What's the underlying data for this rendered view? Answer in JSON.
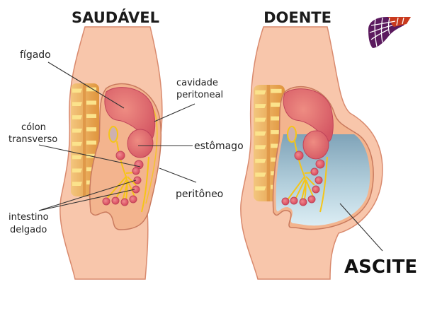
{
  "panels": [
    {
      "title": "SAUDÁVEL",
      "labels": {
        "liver": "fígado",
        "peritoneal_cavity_1": "cavidade",
        "peritoneal_cavity_2": "peritoneal",
        "transverse_colon_1": "cólon",
        "transverse_colon_2": "transverso",
        "stomach": "estômago",
        "peritoneum": "peritôneo",
        "small_intestine_1": "intestino",
        "small_intestine_2": "delgado"
      }
    },
    {
      "title": "DOENTE",
      "labels": {
        "ascites": "ASCITE"
      }
    }
  ],
  "logo": {
    "icon": "liver-logo-icon"
  },
  "colors": {
    "skin": "#f8c6ab",
    "skin_outline": "#d98a6e",
    "spine_dark": "#e2a04a",
    "spine_light": "#fbe48f",
    "liver": "#e06a6a",
    "stomach": "#d94f5e",
    "intestine": "#e05a6a",
    "nerve": "#f5c518",
    "fluid_top": "#7fa3b8",
    "fluid_bottom": "#d6eaf2",
    "logo_purple": "#5b1a5e",
    "logo_red": "#c93a1e"
  }
}
